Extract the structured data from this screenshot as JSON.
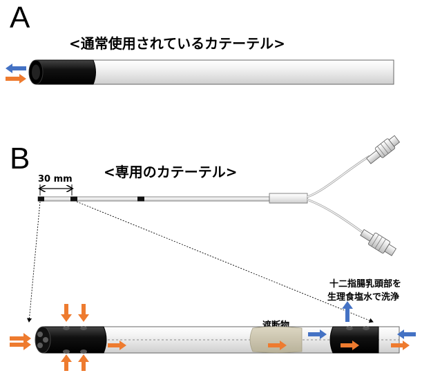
{
  "panel_a": {
    "letter": "A",
    "title": "<通常使用されているカテーテル>"
  },
  "panel_b": {
    "letter": "B",
    "title": "<専用のカテーテル>",
    "scale_label": "30 mm",
    "occluder_label": "遮断物",
    "flush_label_line1": "十二指腸乳頭部を",
    "flush_label_line2": "生理食塩水で洗浄"
  },
  "colors": {
    "inflow_arrow": "#ee7b2f",
    "outflow_arrow": "#4472c4",
    "catheter_black": "#111111",
    "catheter_body": "#e8e8e8"
  },
  "icons": [
    "arrow-right-icon",
    "arrow-left-icon",
    "arrow-up-icon",
    "arrow-down-icon",
    "luer-connector-icon"
  ]
}
